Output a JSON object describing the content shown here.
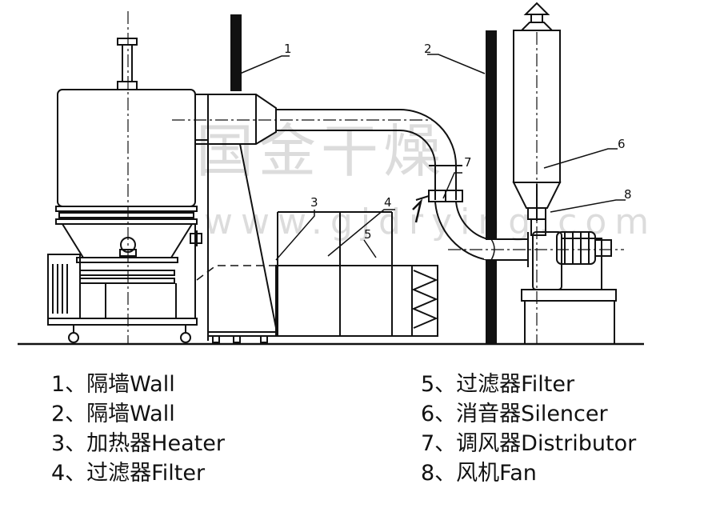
{
  "watermark": {
    "chinese": "国金干燥",
    "url": "www.gjdrying.com"
  },
  "callouts": [
    "1",
    "2",
    "3",
    "4",
    "5",
    "6",
    "7",
    "8"
  ],
  "legend": {
    "left": [
      {
        "text": "1、隔墙Wall"
      },
      {
        "text": "2、隔墙Wall"
      },
      {
        "text": "3、加热器Heater"
      },
      {
        "text": "4、过滤器Filter"
      }
    ],
    "right": [
      {
        "text": "5、过滤器Filter"
      },
      {
        "text": "6、消音器Silencer"
      },
      {
        "text": "7、调风器Distributor"
      },
      {
        "text": "8、风机Fan"
      }
    ]
  }
}
